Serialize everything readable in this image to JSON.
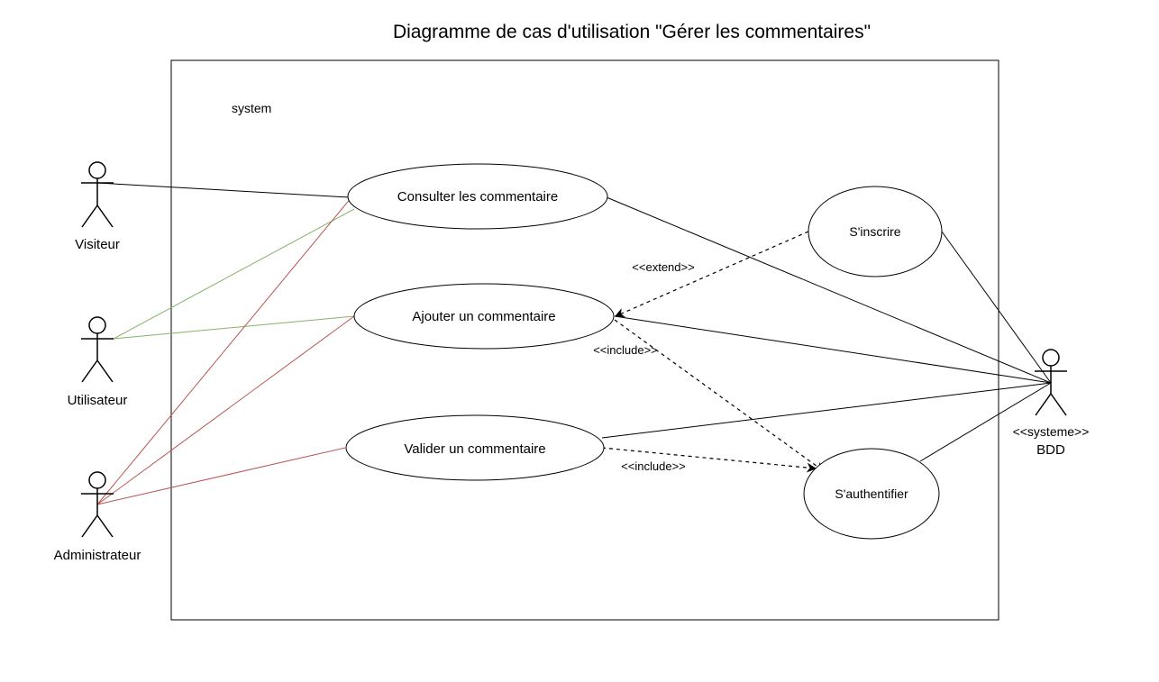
{
  "title": "Diagramme de cas d'utilisation \"Gérer les commentaires\"",
  "system_label": "system",
  "actors": {
    "visiteur": "Visiteur",
    "utilisateur": "Utilisateur",
    "administrateur": "Administrateur",
    "bdd_stereotype": "<<systeme>>",
    "bdd": "BDD"
  },
  "use_cases": {
    "consulter": "Consulter les commentaire",
    "ajouter": "Ajouter un commentaire",
    "valider": "Valider un commentaire",
    "inscrire": "S'inscrire",
    "authentifier": "S'authentifier"
  },
  "relations": {
    "extend": "<<extend>>",
    "include_ajouter": "<<include>>",
    "include_valider": "<<include>>"
  },
  "colors": {
    "line": "#000000",
    "utilisateur_assoc": "#82b366",
    "administrateur_assoc": "#b85450"
  }
}
